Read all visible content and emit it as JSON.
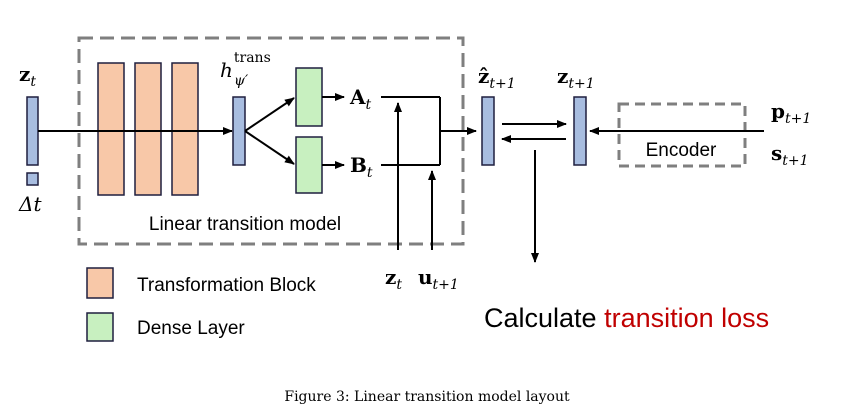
{
  "colors": {
    "transformation_block": "#f8c8a8",
    "dense_layer": "#c8f0c0",
    "vector": "#a8bde0",
    "loss_highlight": "#c00000",
    "dashed_border": "#7f7f7f"
  },
  "symbols": {
    "z_t": "z",
    "z_t_sub": "t",
    "delta_t": "Δt",
    "h_base": "h",
    "h_sub": "ψ′",
    "h_sup": "trans",
    "A_t": "A",
    "A_t_sub": "t",
    "B_t": "B",
    "B_t_sub": "t",
    "zhat_next": "ẑ",
    "zhat_next_sub": "t+1",
    "z_next": "z",
    "z_next_sub": "t+1",
    "p_next": "p",
    "p_next_sub": "t+1",
    "s_next": "s",
    "s_next_sub": "t+1",
    "z_t_bottom": "z",
    "z_t_bottom_sub": "t",
    "u_next": "u",
    "u_next_sub": "t+1"
  },
  "labels": {
    "linear_transition_model": "Linear transition model",
    "encoder": "Encoder",
    "calculate": "Calculate ",
    "transition_loss": "transition loss"
  },
  "legend": {
    "items": [
      {
        "label": "Transformation Block"
      },
      {
        "label": "Dense Layer"
      }
    ]
  },
  "caption": "Figure 3: Linear transition model layout"
}
